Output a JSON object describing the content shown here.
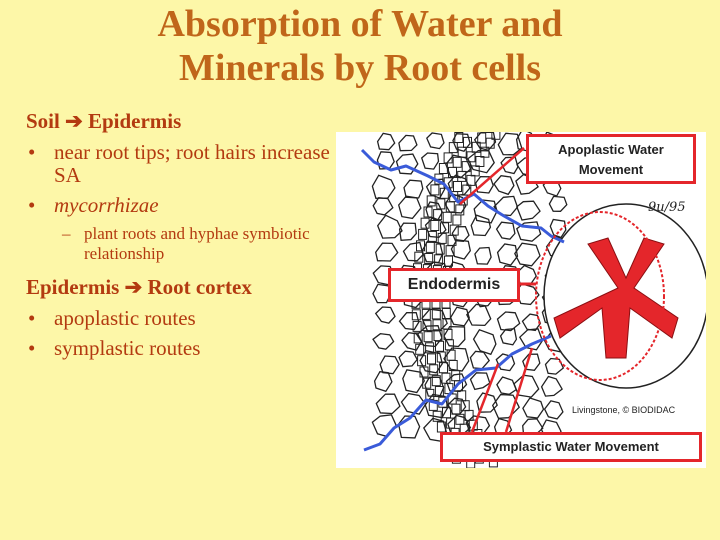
{
  "slide": {
    "title_line1": "Absorption of Water and",
    "title_line2": "Minerals by Root cells",
    "arrow_glyph": "➔",
    "bullet_glyph": "•",
    "dash_glyph": "–",
    "section1": {
      "from": "Soil",
      "to": "Epidermis"
    },
    "section1_bullets": [
      "near root tips; root hairs increase SA",
      "mycorrhizae"
    ],
    "section1_subbullet": "plant roots and hyphae symbiotic relationship",
    "section2": {
      "from": "Epidermis",
      "to": "Root cortex"
    },
    "section2_bullets": [
      "apoplastic routes",
      "symplastic routes"
    ]
  },
  "diagram": {
    "callout_apoplastic_line1": "Apoplastic Water",
    "callout_apoplastic_line2": "Movement",
    "callout_endodermis": "Endodermis",
    "callout_symplastic": "Symplastic Water Movement",
    "credit": "Livingstone, © BIODIDAC",
    "signature": "9u/95",
    "colors": {
      "callout_border": "#e4262b",
      "stele": "#e4262b",
      "apoplastic_path": "#3a5bd9",
      "symplastic_path": "#3a5bd9"
    }
  },
  "colors": {
    "background": "#fdf7a8",
    "title": "#c0661a",
    "text": "#b33a10"
  }
}
